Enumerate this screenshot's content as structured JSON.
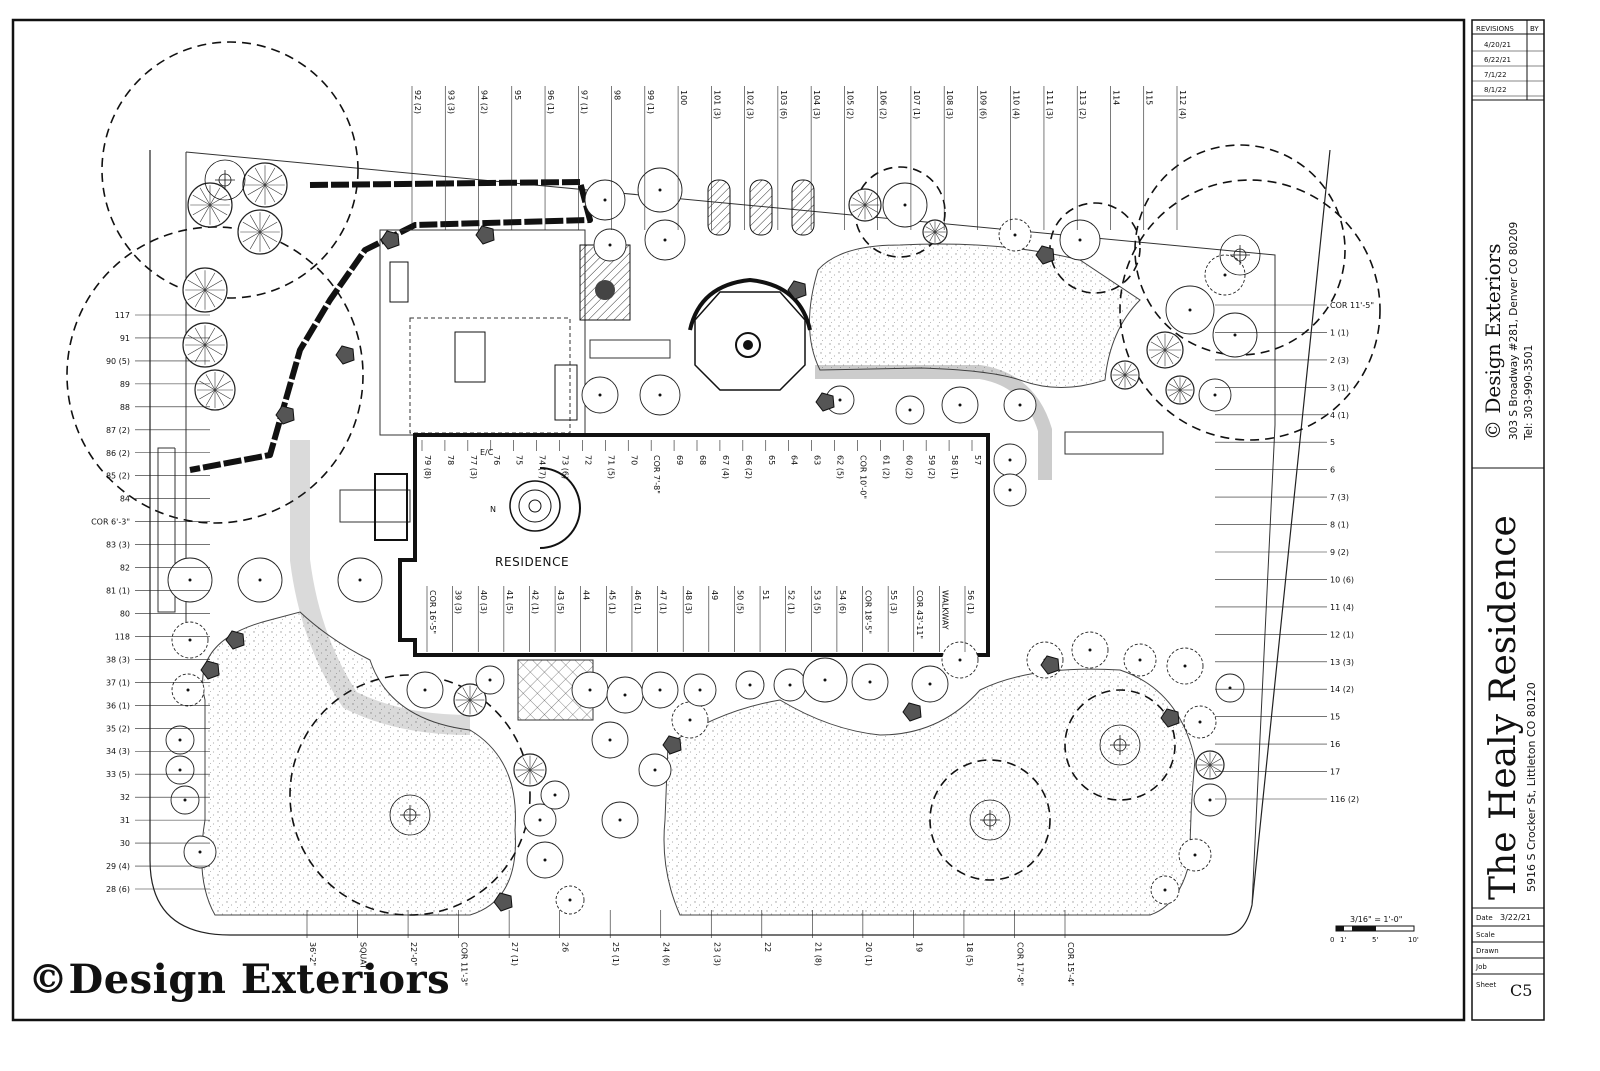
{
  "watermark": "©Design Exteriors",
  "title_block": {
    "revisions_header": "REVISIONS",
    "by_header": "BY",
    "revisions": [
      "4/20/21",
      "6/22/21",
      "7/1/22",
      "8/1/22"
    ],
    "company": "© Design Exteriors",
    "company_address": "303 S Broadway #281, Denver CO 80209",
    "company_phone": "Tel: 303-990-3501",
    "project_title": "The Healy Residence",
    "project_address": "5916 S Crocker St, Littleton CO 80120",
    "date_label": "Date",
    "date_value": "3/22/21",
    "scale_label": "Scale",
    "drawn_label": "Drawn",
    "job_label": "Job",
    "sheet_label": "Sheet",
    "sheet_value": "C5"
  },
  "plan": {
    "residence_label": "RESIDENCE",
    "north_letter": "N",
    "scale_bar": {
      "label": "3/16\" = 1'-0\"",
      "ticks": [
        "0",
        "1'",
        "5'",
        "10'"
      ]
    },
    "left_callouts": [
      "117",
      "91",
      "90 (5)",
      "89",
      "88",
      "87 (2)",
      "86 (2)",
      "85 (2)",
      "84",
      "COR 6'-3\"",
      "83 (3)",
      "82",
      "81 (1)",
      "80",
      "118",
      "38 (3)",
      "37 (1)",
      "36 (1)",
      "35 (2)",
      "34 (3)",
      "33 (5)",
      "32",
      "31",
      "30",
      "29 (4)",
      "28 (6)"
    ],
    "right_callouts": [
      "COR 11'-5\"",
      "1 (1)",
      "2 (3)",
      "3 (1)",
      "4 (1)",
      "5",
      "6",
      "7 (3)",
      "8 (1)",
      "9 (2)",
      "10 (6)",
      "11 (4)",
      "12 (1)",
      "13 (3)",
      "14 (2)",
      "15",
      "16",
      "17",
      "116 (2)"
    ],
    "top_callouts": [
      "92 (2)",
      "93 (3)",
      "94 (2)",
      "95",
      "96 (1)",
      "97 (1)",
      "98",
      "99 (1)",
      "100",
      "101 (3)",
      "102 (3)",
      "103 (6)",
      "104 (3)",
      "105 (2)",
      "106 (2)",
      "107 (1)",
      "108 (3)",
      "109 (6)",
      "110 (4)",
      "111 (3)",
      "113 (2)",
      "114",
      "115",
      "112 (4)"
    ],
    "house_top_callouts": [
      "79 (8)",
      "78",
      "77 (3)",
      "76",
      "75",
      "74 (7)",
      "73 (6)",
      "72",
      "71 (5)",
      "70",
      "COR 7'-8\"",
      "69",
      "68",
      "67 (4)",
      "66 (2)",
      "65",
      "64",
      "63",
      "62 (5)",
      "COR 10'-0\"",
      "61 (2)",
      "60 (2)",
      "59 (2)",
      "58 (1)",
      "57"
    ],
    "house_bottom_callouts": [
      "COR 16'-5\"",
      "39 (3)",
      "40 (3)",
      "41 (5)",
      "42 (1)",
      "43 (5)",
      "44",
      "45 (1)",
      "46 (1)",
      "47 (1)",
      "48 (3)",
      "49",
      "50 (5)",
      "51",
      "52 (1)",
      "53 (5)",
      "54 (6)",
      "COR 18'-5\"",
      "55 (3)",
      "COR 43'-11\"",
      "WALKWAY",
      "56 (1)"
    ],
    "bottom_callouts": [
      "36'-2\"",
      "SQUAT",
      "22'-0\"",
      "COR 11'-3\"",
      "27 (1)",
      "26",
      "25 (1)",
      "24 (6)",
      "23 (3)",
      "22",
      "21 (8)",
      "20 (1)",
      "19",
      "18 (5)",
      "COR 17'-8\"",
      "COR 15'-4\""
    ],
    "door_label": "E/C"
  },
  "colors": {
    "ink": "#111111",
    "background": "#ffffff",
    "stipple": "#bdbdbd"
  }
}
